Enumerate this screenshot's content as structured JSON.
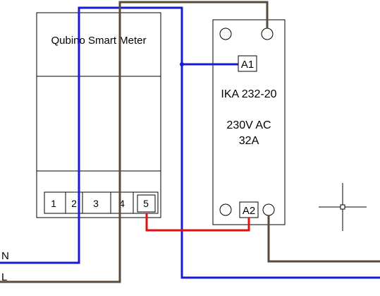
{
  "meter": {
    "title": "Qubino Smart Meter",
    "terminals": [
      "1",
      "2",
      "3",
      "4",
      "5"
    ]
  },
  "contactor": {
    "model": "IKA 232-20",
    "voltage": "230V AC",
    "current": "32A",
    "coil_terminal_top": "A1",
    "coil_terminal_bottom": "A2"
  },
  "wires": {
    "neutral_label": "N",
    "line_label": "L",
    "neutral_color": "#1a1ad6",
    "line_color": "#5a4a3a",
    "signal_color": "#e01010"
  },
  "icons": {
    "cursor": "crosshair-icon"
  }
}
